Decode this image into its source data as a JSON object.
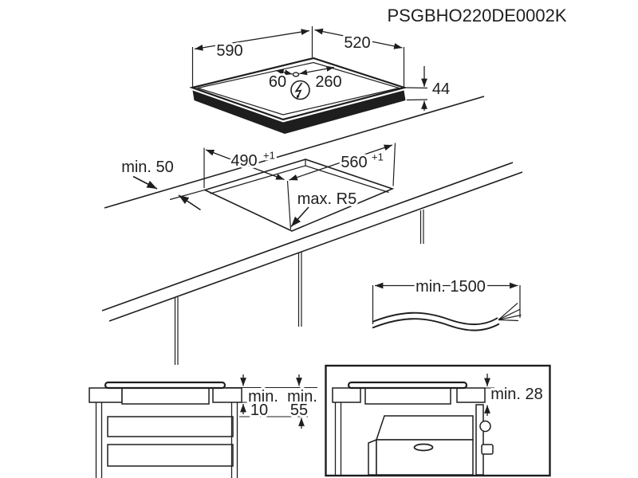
{
  "title": "PSGBHO220DE0002K",
  "colors": {
    "line": "#1e1e1e",
    "background": "#ffffff"
  },
  "hob": {
    "width": "590",
    "depth": "520",
    "height": "44",
    "connection_offset_left": "60",
    "connection_offset_right": "260",
    "power_icon": "lightning-bolt"
  },
  "cutout": {
    "rear_clearance": "min. 50",
    "depth_value": "490",
    "depth_tolerance": "+1",
    "width_value": "560",
    "width_tolerance": "+1",
    "corner_radius": "max. R5"
  },
  "cable": {
    "length": "min. 1500"
  },
  "side_view_left": {
    "col1_label": "min.",
    "col1_value": "10",
    "col2_label": "min.",
    "col2_value": "55"
  },
  "side_view_oven": {
    "clearance": "min. 28"
  }
}
